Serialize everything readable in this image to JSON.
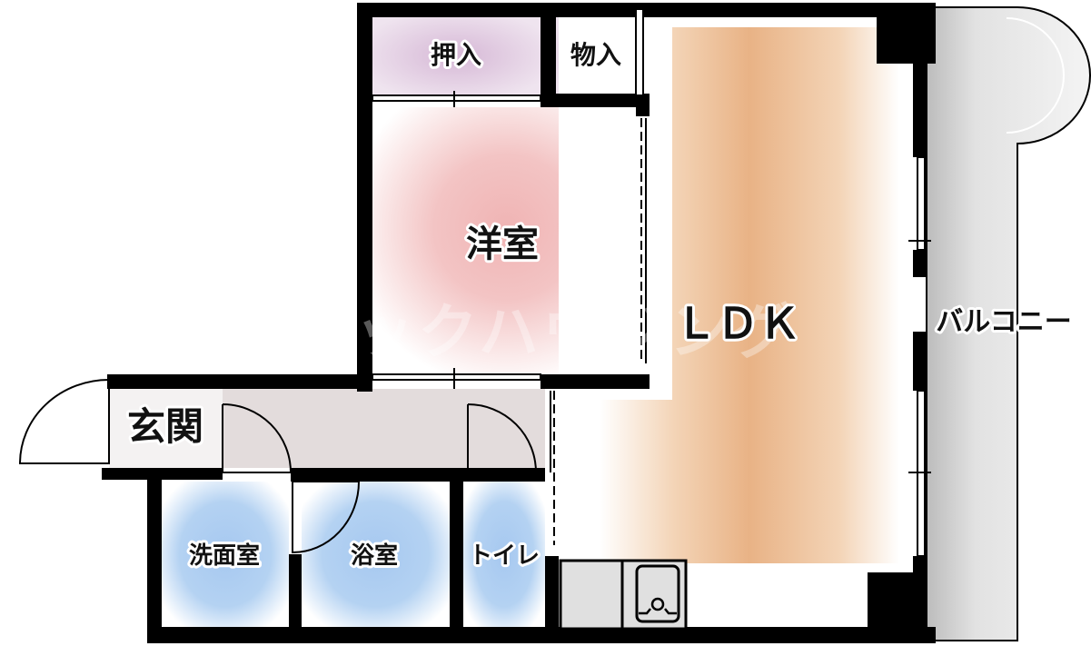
{
  "rooms": {
    "closet_oshiire": "押入",
    "closet_monoire": "物入",
    "western_room": "洋室",
    "ldk": "ＬＤＫ",
    "balcony": "バルコニー",
    "entrance": "玄関",
    "washroom": "洗面室",
    "bathroom": "浴室",
    "toilet": "トイレ"
  },
  "watermark": "ックハウジング",
  "colors": {
    "wall": "#000000",
    "closet": "#dcc4dc",
    "western_room": "#f2b8b8",
    "ldk": "#e6aa78",
    "wet_rooms": "#a6c8f0",
    "hallway": "#e3dcdc",
    "balcony": "#dedede",
    "kitchen_counter": "#e0e0e0"
  }
}
